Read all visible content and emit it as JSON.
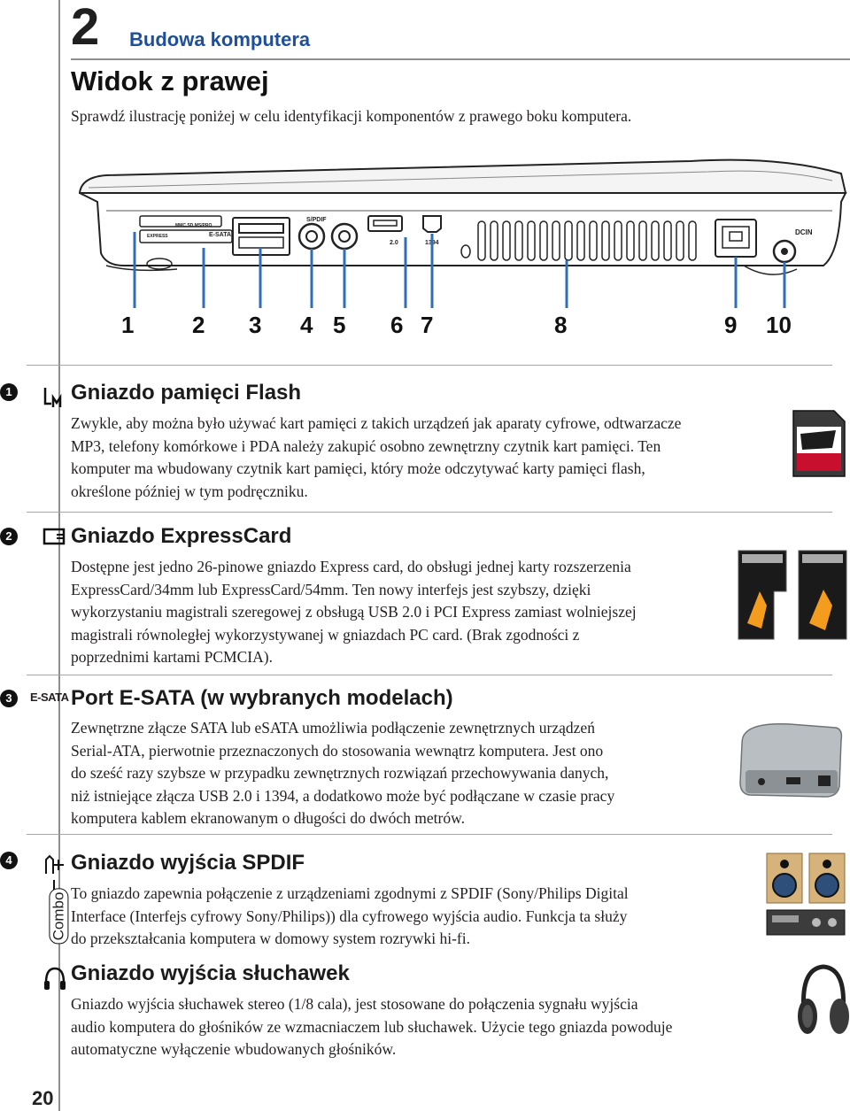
{
  "header": {
    "chapter_number": "2",
    "chapter_title": "Budowa komputera"
  },
  "page_title": "Widok z prawej",
  "intro": "Sprawdź ilustrację poniżej w celu identyfikacji komponentów z prawego boku komputera.",
  "diagram": {
    "labels": {
      "express": "EXPRESS",
      "mmc": "MMC.SD.MS/PRO",
      "esata": "E-SATA",
      "spdif": "S/PDIF",
      "usb": "2.0",
      "ieee": "1394",
      "dcin": "DCIN"
    },
    "callouts": [
      "1",
      "2",
      "3",
      "4",
      "5",
      "6",
      "7",
      "8",
      "9",
      "10"
    ]
  },
  "sections": [
    {
      "number": "1",
      "title": "Gniazdo pamięci Flash",
      "lines": [
        "Zwykle, aby można było używać kart pamięci z takich urządzeń jak aparaty cyfrowe, odtwarzacze",
        "MP3, telefony komórkowe i PDA należy zakupić osobno zewnętrzny czytnik kart pamięci. Ten",
        "komputer ma wbudowany czytnik kart pamięci, który może odczytywać karty pamięci flash,",
        "określone później w tym podręczniku."
      ]
    },
    {
      "number": "2",
      "title": "Gniazdo ExpressCard",
      "lines": [
        "Dostępne jest jedno 26-pinowe gniazdo Express card, do obsługi jednej karty rozszerzenia",
        "ExpressCard/34mm lub ExpressCard/54mm. Ten nowy interfejs jest szybszy, dzięki",
        "wykorzystaniu magistrali szeregowej z obsługą USB 2.0 i PCI Express zamiast wolniejszej",
        "magistrali równoległej wykorzystywanej w gniazdach PC card. (Brak zgodności z",
        "poprzednimi kartami PCMCIA)."
      ]
    },
    {
      "number": "3",
      "icon_text": "E-SATA",
      "title": "Port E-SATA (w wybranych modelach)",
      "lines": [
        "Zewnętrzne złącze SATA lub eSATA umożliwia podłączenie zewnętrznych urządzeń",
        "Serial-ATA, pierwotnie przeznaczonych do stosowania wewnątrz komputera. Jest ono",
        "do sześć razy szybsze w przypadku zewnętrznych rozwiązań przechowywania danych,",
        "niż istniejące złącza USB 2.0 i 1394, a dodatkowo może być podłączane w czasie pracy",
        "komputera kablem ekranowanym o długości do dwóch metrów."
      ]
    },
    {
      "number": "4",
      "title": "Gniazdo wyjścia SPDIF",
      "combo": "Combo",
      "lines": [
        "To gniazdo zapewnia połączenie z urządzeniami zgodnymi z SPDIF (Sony/Philips Digital",
        "Interface (Interfejs cyfrowy Sony/Philips)) dla cyfrowego wyjścia audio. Funkcja ta służy",
        "do przekształcania komputera w domowy system rozrywki hi-fi."
      ]
    },
    {
      "title": "Gniazdo wyjścia słuchawek",
      "lines": [
        "Gniazdo wyjścia słuchawek stereo (1/8 cala), jest stosowane do połączenia sygnału wyjścia",
        "audio komputera do głośników ze wzmacniaczem lub słuchawek. Użycie tego gniazda powoduje",
        "automatyczne wyłączenie wbudowanych głośników."
      ]
    }
  ],
  "page_number": "20"
}
